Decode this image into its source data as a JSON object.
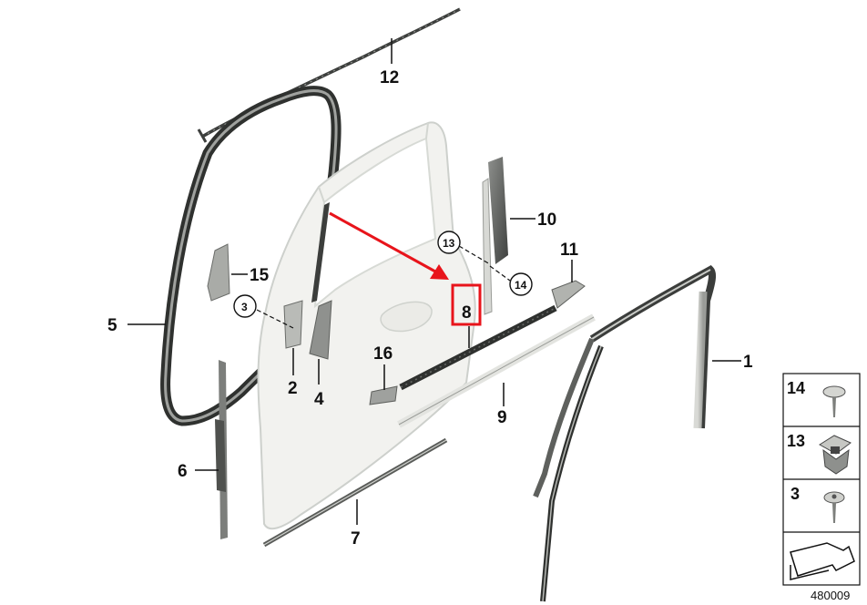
{
  "callouts": {
    "c1": "1",
    "c2": "2",
    "c3": "3",
    "c4": "4",
    "c5": "5",
    "c6": "6",
    "c7": "7",
    "c8": "8",
    "c9": "9",
    "c10": "10",
    "c11": "11",
    "c12": "12",
    "c13": "13",
    "c14": "14",
    "c15": "15",
    "c16": "16"
  },
  "legend": {
    "items": [
      "14",
      "13",
      "3"
    ]
  },
  "diagram_number": "480009",
  "colors": {
    "highlight": "#e8141b",
    "line": "#111111",
    "part_fill": "#f1f1ee",
    "part_edge": "#c8cac6"
  }
}
